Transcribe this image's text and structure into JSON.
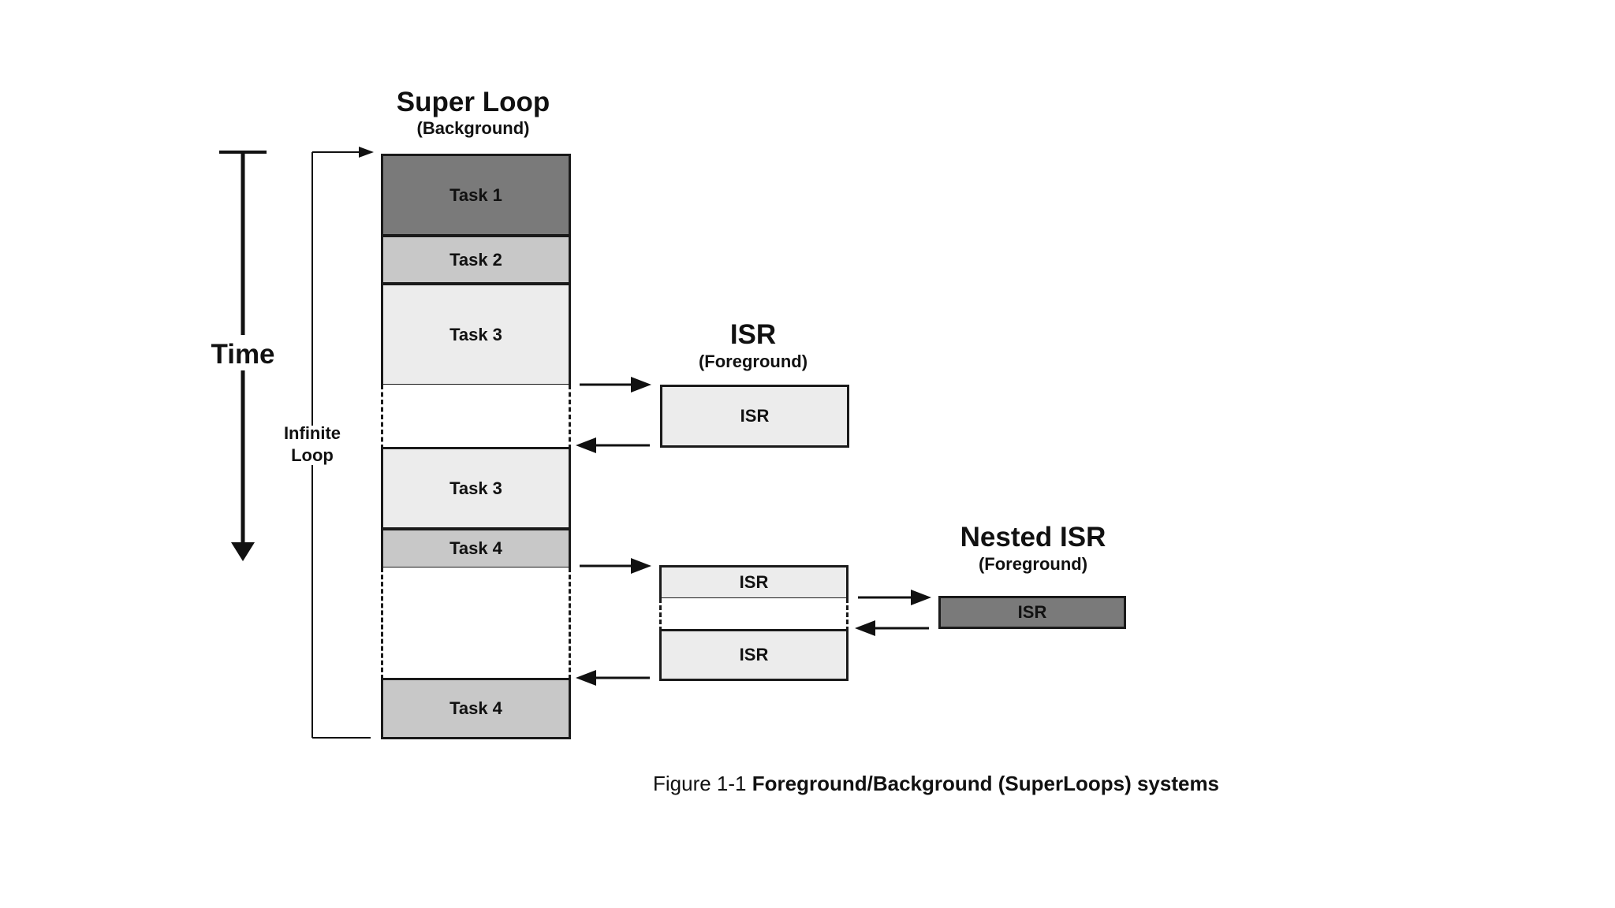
{
  "super_loop": {
    "title": "Super Loop",
    "subtitle": "(Background)",
    "tasks": [
      "Task 1",
      "Task 2",
      "Task 3",
      "Task 3",
      "Task 4",
      "Task 4"
    ]
  },
  "time_label": "Time",
  "infinite_loop_label": [
    "Infinite",
    "Loop"
  ],
  "isr": {
    "title": "ISR",
    "subtitle": "(Foreground)",
    "box_label": "ISR",
    "second_top": "ISR",
    "second_bottom": "ISR"
  },
  "nested_isr": {
    "title": "Nested ISR",
    "subtitle": "(Foreground)",
    "box_label": "ISR"
  },
  "caption": {
    "prefix": "Figure 1-1 ",
    "bold": "Foreground/Background (SuperLoops) systems"
  }
}
